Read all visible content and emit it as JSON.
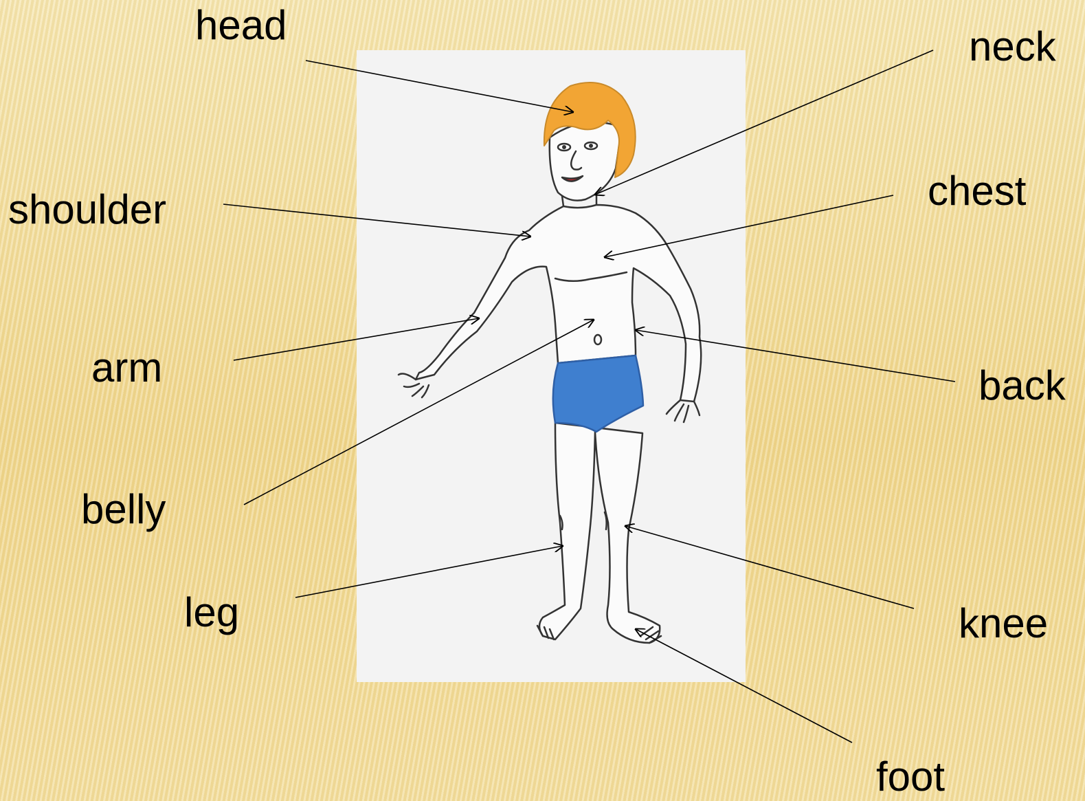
{
  "labels": {
    "head": "head",
    "neck": "neck",
    "shoulder": "shoulder",
    "chest": "chest",
    "arm": "arm",
    "back": "back",
    "belly": "belly",
    "leg": "leg",
    "knee": "knee",
    "foot": "foot"
  },
  "colors": {
    "background": "#f2dd98",
    "hair": "#f2a534",
    "briefs": "#3f7fcf",
    "mouth": "#c8282e",
    "outline": "#333333"
  },
  "illustration": {
    "subject": "boy-in-swim-briefs"
  }
}
